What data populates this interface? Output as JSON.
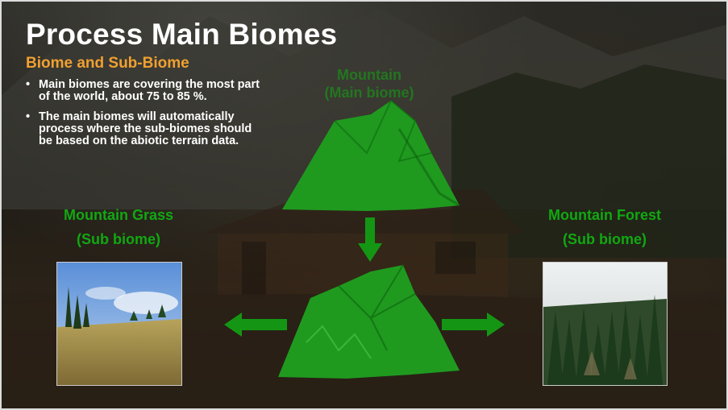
{
  "slide": {
    "title": "Process Main Biomes",
    "subtitle": "Biome and Sub-Biome",
    "bullets": [
      "Main biomes are covering the most part of the world, about 75 to 85 %.",
      "The main biomes will automatically process where the sub-biomes should be based on the abiotic terrain data."
    ]
  },
  "main_biome": {
    "name": "Mountain",
    "tag": "(Main biome)"
  },
  "sub_biome_left": {
    "name": "Mountain Grass",
    "tag": "(Sub biome)"
  },
  "sub_biome_right": {
    "name": "Mountain Forest",
    "tag": "(Sub biome)"
  },
  "colors": {
    "title": "#ffffff",
    "subtitle": "#f0a030",
    "label_green": "#11a811",
    "arrow_green": "#149614",
    "mountain_green": "#1f9a1f"
  },
  "icons": [
    "arrow-down-icon",
    "arrow-left-icon",
    "arrow-right-icon"
  ]
}
